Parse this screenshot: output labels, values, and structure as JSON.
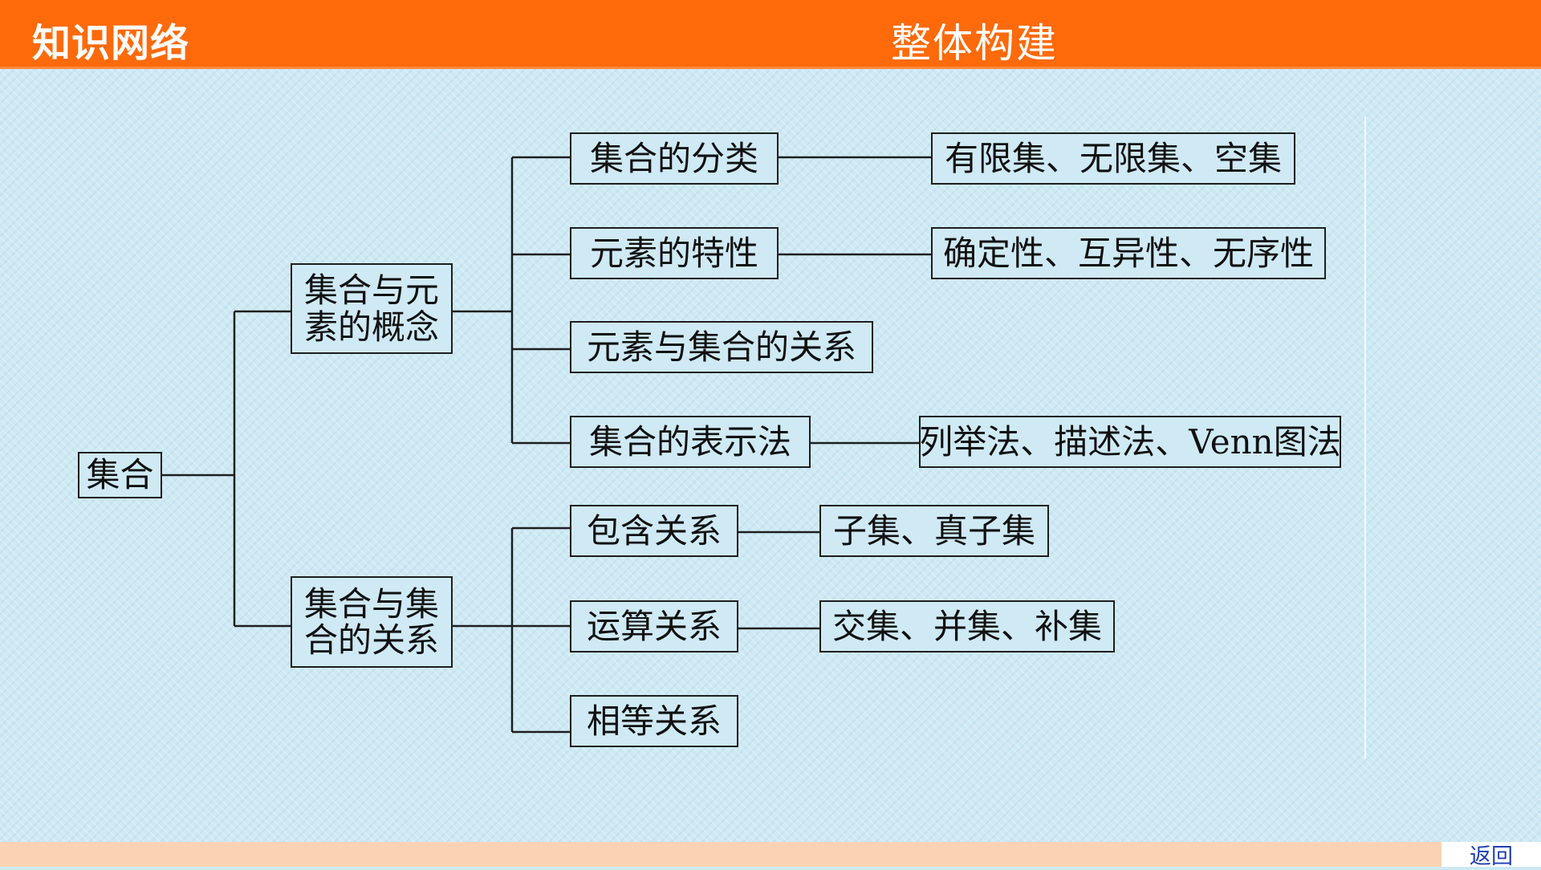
{
  "header": {
    "section_label": "知识网络",
    "title": "整体构建"
  },
  "diagram": {
    "root": "集合",
    "branch_concept": "集合与元素的概念",
    "branch_relation": "集合与集合的关系",
    "concept_items": {
      "classification": "集合的分类",
      "properties": "元素的特性",
      "element_set_relation": "元素与集合的关系",
      "representation": "集合的表示法"
    },
    "concept_details": {
      "classification": "有限集、无限集、空集",
      "properties": "确定性、互异性、无序性",
      "representation": "列举法、描述法、Venn图法"
    },
    "relation_items": {
      "inclusion": "包含关系",
      "operation": "运算关系",
      "equality": "相等关系"
    },
    "relation_details": {
      "inclusion": "子集、真子集",
      "operation": "交集、并集、补集"
    }
  },
  "footer": {
    "back_label": "返回"
  }
}
